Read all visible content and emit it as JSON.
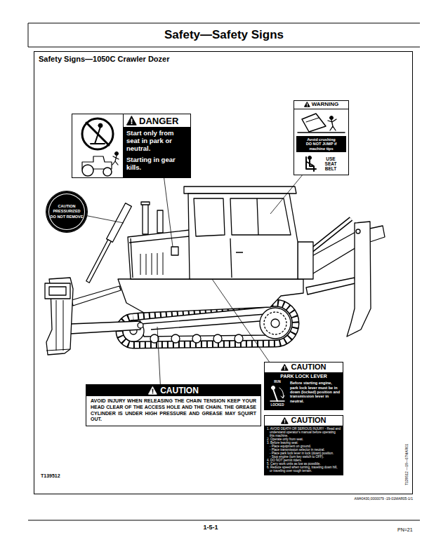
{
  "diagram": {
    "title": "Safety—Safety Signs",
    "nodes": [
      {
        "text": [
          "Safety Signs—1050C Crawler Dozer"
        ]
      },
      {
        "text": [
          "DANGER",
          "Start only from seat in park or neutral.",
          "Starting in gear kills."
        ],
        "in": 0
      },
      {
        "text": [
          "WARNING",
          "Avoid crushing DO NOT JUMP if machine tips",
          "USE SEAT BELT"
        ],
        "in": 0
      },
      {
        "text": [
          "CAUTION",
          "PRESSURIZED",
          "DO NOT REMOVE"
        ],
        "in": 0
      },
      {
        "text": [
          "CAUTION",
          "AVOID INJURY WHEN RELEASING THE CHAIN TENSION KEEP YOUR HEAD CLEAR OF THE ACCESS HOLE AND THE CHAIN. THE GREASE CYLINDER IS UNDER HIGH PRESSURE AND GREASE MAY SQUIRT OUT."
        ],
        "in": 0
      },
      {
        "text": [
          "CAUTION",
          "PARK LOCK LEVER",
          "RUN",
          "LOCKED",
          "Before starting engine, park lock lever must be in down (locked) position and transmission lever in neutral."
        ],
        "in": 0
      },
      {
        "text": [
          "CAUTION",
          "1. AVOID DEATH OR SERIOUS INJURY - Read and understand operator's manual before operating this machine.",
          "2. Operate only from seat.",
          "3. Before leaving seat:",
          "- Place equipment on ground.",
          "- Place transmission selector in neutral.",
          "- Place park lock lever in lock (down) position.",
          "- Stop engine (turn key switch to OFF).",
          "4. DO NOT permit riders.",
          "5. Carry work units as low as possible.",
          "6. Reduce speed when turning, traveling down hill, or traveling over rough terrain."
        ],
        "in": 0
      }
    ],
    "labels": [
      "T139512",
      "T139512 —19—07MAR01",
      "AM40430,0000079 -19-01MAR05-1/1",
      "1-5-1",
      "PN=21"
    ]
  }
}
